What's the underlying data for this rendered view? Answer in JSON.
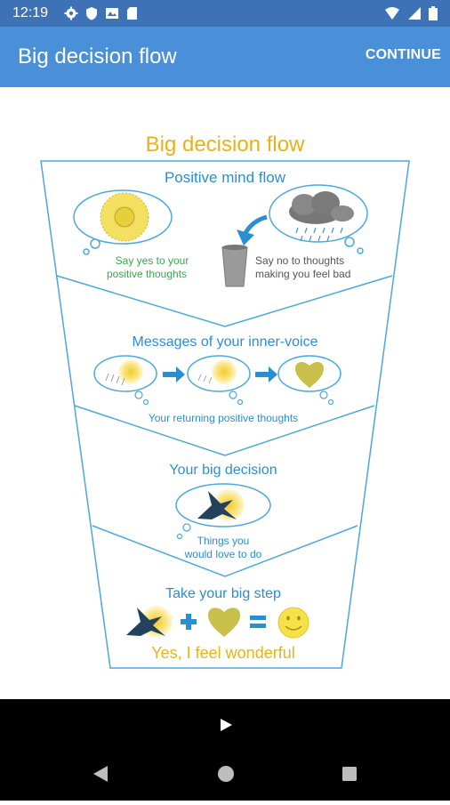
{
  "status_bar": {
    "time": "12:19",
    "icons": [
      "gear-icon",
      "shield-icon",
      "mail-icon",
      "sdcard-icon",
      "wifi-icon",
      "signal-icon",
      "battery-icon"
    ]
  },
  "app_bar": {
    "title": "Big decision flow",
    "continue_label": "CONTINUE"
  },
  "flow": {
    "heading": "Big decision flow",
    "section1": {
      "title": "Positive mind flow",
      "yes_line1": "Say yes to your",
      "yes_line2": "positive thoughts",
      "no_line1": "Say no to thoughts",
      "no_line2": "making you feel bad"
    },
    "section2": {
      "title": "Messages of your inner-voice",
      "caption": "Your returning positive thoughts"
    },
    "section3": {
      "title": "Your big decision",
      "caption_line1": "Things you",
      "caption_line2": "would love to do"
    },
    "section4": {
      "title": "Take your big step",
      "slogan": "Yes, I feel wonderful"
    }
  },
  "colors": {
    "status_bar": "#3d73b6",
    "app_bar": "#4a90d9",
    "heading": "#e6b319",
    "line": "#4aa8e0",
    "title_blue": "#2a8fd0",
    "green_text": "#3aa84a",
    "sun": "#f2d63a",
    "heart": "#c8c04a"
  },
  "nav": {
    "icons": [
      "play-icon",
      "back-icon",
      "home-icon",
      "recents-icon"
    ]
  }
}
